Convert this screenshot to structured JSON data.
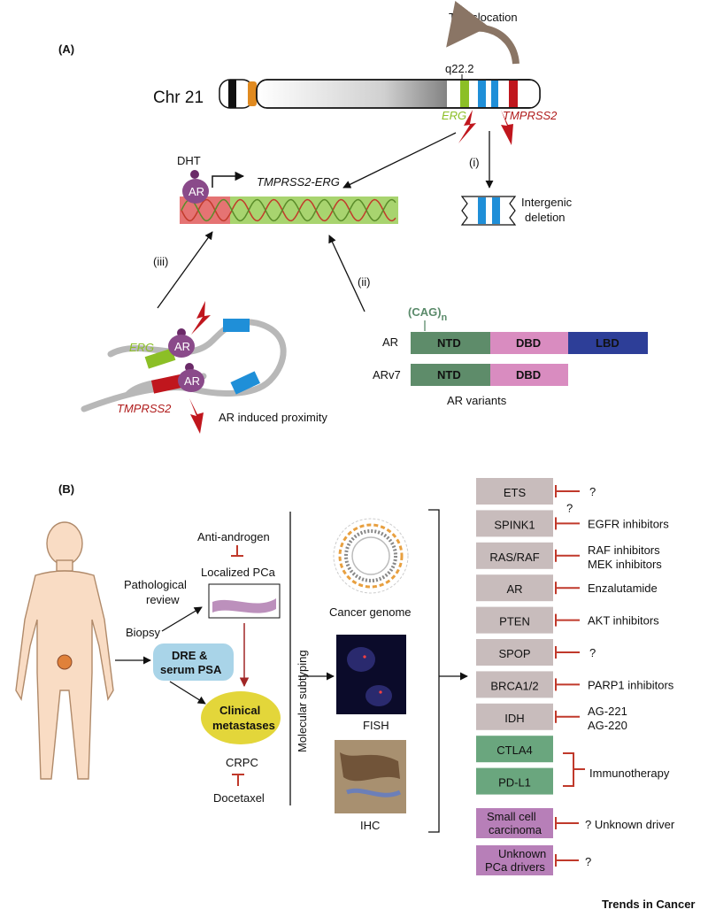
{
  "panel_a": {
    "label": "(A)",
    "translocation": "Translocation",
    "band": "q22.2",
    "chromosome": "Chr 21",
    "gene_erg": "ERG",
    "gene_tmprss2": "TMPRSS2",
    "fusion": "TMPRSS2-ERG",
    "dht": "DHT",
    "ar": "AR",
    "route_i": "(i)",
    "route_ii": "(ii)",
    "route_iii": "(iii)",
    "intergenic_1": "Intergenic",
    "intergenic_2": "deletion",
    "cag": "(CAG)",
    "cag_sub": "n",
    "ar_variants": {
      "title": "AR variants",
      "rows": [
        {
          "name": "AR",
          "domains": [
            "NTD",
            "DBD",
            "LBD"
          ]
        },
        {
          "name": "ARv7",
          "domains": [
            "NTD",
            "DBD"
          ]
        }
      ]
    },
    "proximity_label": "AR induced proximity"
  },
  "panel_b": {
    "label": "(B)",
    "anti_androgen": "Anti-androgen",
    "localized": "Localized PCa",
    "pathological_1": "Pathological",
    "pathological_2": "review",
    "biopsy": "Biopsy",
    "dre_1": "DRE &",
    "dre_2": "serum PSA",
    "clinical_1": "Clinical",
    "clinical_2": "metastases",
    "crpc": "CRPC",
    "docetaxel": "Docetaxel",
    "molecular": "Molecular subtyping",
    "cancer_genome": "Cancer genome",
    "fish": "FISH",
    "ihc": "IHC",
    "subtypes": [
      {
        "label": "ETS",
        "therapy": [
          "?"
        ]
      },
      {
        "label": "SPINK1",
        "therapy": [
          "EGFR inhibitors"
        ],
        "q": "?"
      },
      {
        "label": "RAS/RAF",
        "therapy": [
          "RAF inhibitors",
          "MEK inhibitors"
        ]
      },
      {
        "label": "AR",
        "therapy": [
          "Enzalutamide"
        ]
      },
      {
        "label": "PTEN",
        "therapy": [
          "AKT inhibitors"
        ]
      },
      {
        "label": "SPOP",
        "therapy": [
          "?"
        ]
      },
      {
        "label": "BRCA1/2",
        "therapy": [
          "PARP1 inhibitors"
        ]
      },
      {
        "label": "IDH",
        "therapy": [
          "AG-221",
          "AG-220"
        ]
      },
      {
        "label": "CTLA4",
        "therapy": []
      },
      {
        "label": "PD-L1",
        "therapy": []
      }
    ],
    "immunotherapy": "Immunotherapy",
    "small_cell_1": "Small cell",
    "small_cell_2": "carcinoma",
    "small_cell_therapy": "? Unknown driver",
    "unknown_1": "Unknown",
    "unknown_2": "PCa drivers",
    "unknown_therapy": "?",
    "colors": {
      "grey": "#c8bcbc",
      "green": "#6aa67e",
      "purple": "#b77fb8",
      "red": "#c0392b"
    }
  },
  "footer": "Trends in Cancer"
}
